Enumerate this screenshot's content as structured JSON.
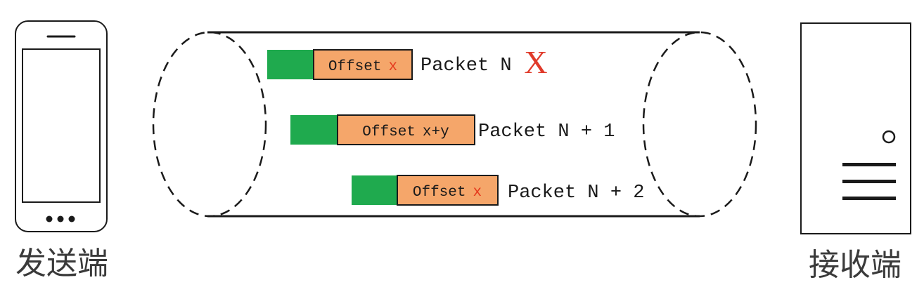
{
  "sender": {
    "label": "发送端",
    "device_icon": "smartphone-icon"
  },
  "receiver": {
    "label": "接收端",
    "device_icon": "server-tower-icon"
  },
  "channel": {
    "shape": "pipe-cylinder"
  },
  "packets": [
    {
      "offset_prefix": "Offset",
      "offset_value": "x",
      "name": "Packet N",
      "status_mark": "X"
    },
    {
      "offset_prefix": "Offset",
      "offset_value": "x+y",
      "name": "Packet N + 1",
      "status_mark": ""
    },
    {
      "offset_prefix": "Offset",
      "offset_value": "x",
      "name": "Packet N + 2",
      "status_mark": ""
    }
  ],
  "colors": {
    "header_block": "#1faa4e",
    "offset_block": "#f5a66a",
    "offset_value_highlight": "#e53a1e",
    "lost_mark": "#e03a2a",
    "ink": "#1a1a1a",
    "label_text": "#3a3a3a"
  }
}
